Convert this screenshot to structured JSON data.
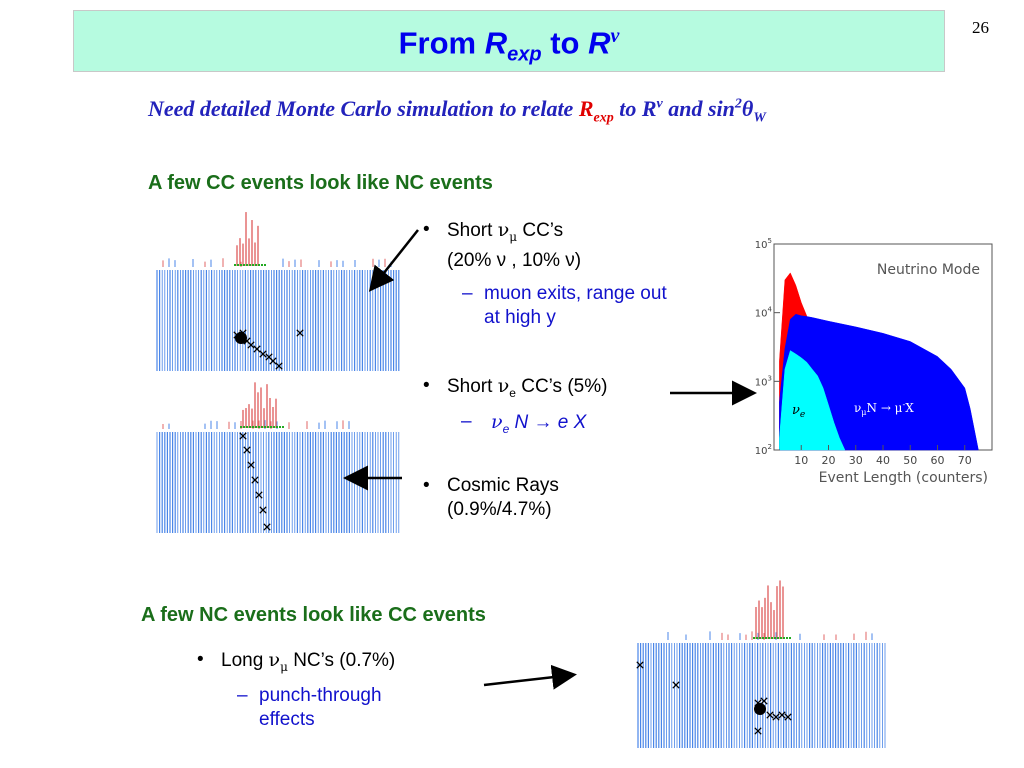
{
  "page_number": "26",
  "title": {
    "prefix": "From ",
    "r1": "R",
    "r1_sub": "exp",
    "mid": " to ",
    "r2": "R",
    "r2_sup": "ν"
  },
  "subtitle": {
    "text": "Need detailed Monte Carlo simulation to relate ",
    "r": "R",
    "r_sub": "exp",
    "to": " to R",
    "nu": "ν",
    "and": " and sin",
    "two": "2",
    "theta": "θ",
    "w": "W"
  },
  "section1": {
    "heading": "A few CC events look like NC events",
    "items": [
      {
        "bullet": "•",
        "pre": "Short ",
        "nu": "ν",
        "sub": "μ",
        "post": " CC’s",
        "line2": "(20% ν , 10% ν)",
        "sub_items": [
          {
            "dash": "–",
            "l1": "muon exits, range out",
            "l2": "at high y"
          }
        ]
      },
      {
        "bullet": "•",
        "pre": "Short ",
        "nu": "ν",
        "sub": "e",
        "post": " CC’s (5%)",
        "sub_items": [
          {
            "dash": "–",
            "nu": "ν",
            "sub": "e",
            "rest": " N → e X"
          }
        ]
      },
      {
        "bullet": "•",
        "text": "Cosmic Rays",
        "line2": "(0.9%/4.7%)"
      }
    ]
  },
  "section2": {
    "heading": "A few NC events look like CC events",
    "items": [
      {
        "bullet": "•",
        "pre": "Long ",
        "nu": "ν",
        "sub": "μ",
        "post": " NC’s (0.7%)",
        "sub_items": [
          {
            "dash": "–",
            "l1": "punch-through",
            "l2": "effects"
          }
        ]
      }
    ]
  },
  "chart_data": {
    "type": "area",
    "title": "Neutrino Mode",
    "xlabel": "Event Length (counters)",
    "ylabel": "",
    "x_ticks": [
      "10",
      "20",
      "30",
      "40",
      "50",
      "60",
      "70"
    ],
    "y_ticks": [
      "10^2",
      "10^3",
      "10^4",
      "10^5"
    ],
    "y_tick_bases": [
      "10",
      "10",
      "10",
      "10"
    ],
    "y_tick_exps": [
      "2",
      "3",
      "4",
      "5"
    ],
    "y_scale": "log",
    "ylim": [
      100,
      100000
    ],
    "xlim": [
      0,
      80
    ],
    "annotations": [
      {
        "label_nu": "ν",
        "label_sub": "e"
      },
      {
        "label": "ν",
        "label_sub": "μ",
        "text": "N → μ",
        "sup": "-",
        "rest": "X"
      }
    ],
    "series": [
      {
        "color": "#ff0000",
        "x": [
          2,
          4,
          6,
          8,
          10,
          12,
          14,
          16,
          18,
          20,
          22,
          24
        ],
        "y": [
          2000,
          30000,
          38000,
          25000,
          14000,
          9000,
          6000,
          5000,
          4500,
          4200,
          4000,
          3900
        ]
      },
      {
        "color": "#0000ff",
        "x": [
          2,
          4,
          6,
          8,
          10,
          12,
          14,
          20,
          30,
          40,
          50,
          60,
          65,
          70,
          72,
          75
        ],
        "y": [
          500,
          3000,
          8000,
          9500,
          9000,
          8800,
          8500,
          7500,
          6200,
          5000,
          3800,
          2300,
          1500,
          800,
          400,
          100
        ]
      },
      {
        "color": "#00ffff",
        "x": [
          2,
          4,
          6,
          8,
          10,
          12,
          14,
          16,
          18,
          20,
          22,
          24,
          26
        ],
        "y": [
          150,
          1500,
          2800,
          2500,
          2200,
          1900,
          1500,
          1200,
          800,
          450,
          250,
          150,
          100
        ]
      }
    ]
  }
}
